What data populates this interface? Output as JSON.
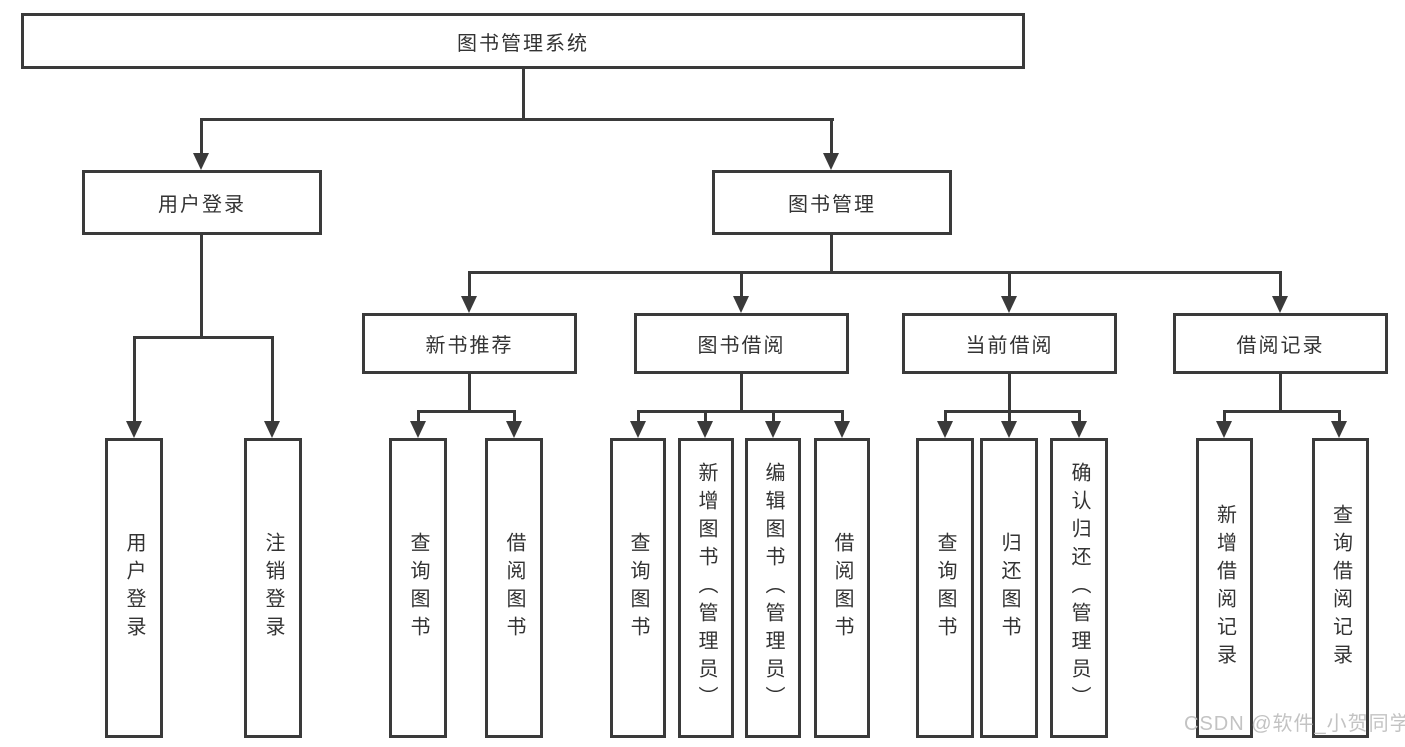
{
  "diagram": {
    "root": {
      "label": "图书管理系统"
    },
    "level2": {
      "user_login": {
        "label": "用户登录"
      },
      "book_mgmt": {
        "label": "图书管理"
      }
    },
    "level3": {
      "new_books": {
        "label": "新书推荐"
      },
      "borrowing": {
        "label": "图书借阅"
      },
      "current": {
        "label": "当前借阅"
      },
      "records": {
        "label": "借阅记录"
      }
    },
    "leaves": {
      "user_login": [
        "用户登录",
        "注销登录"
      ],
      "new_books": [
        "查询图书",
        "借阅图书"
      ],
      "borrowing": [
        "查询图书",
        "新增图书（管理员）",
        "编辑图书（管理员）",
        "借阅图书"
      ],
      "current": [
        "查询图书",
        "归还图书",
        "确认归还（管理员）"
      ],
      "records": [
        "新增借阅记录",
        "查询借阅记录"
      ]
    },
    "colors": {
      "line": "#3a3a3a",
      "box_background": "#ffffff",
      "text": "#333333"
    }
  },
  "watermark": {
    "text": "CSDN @软件_小贺同学",
    "color": "#c3c3c3"
  }
}
